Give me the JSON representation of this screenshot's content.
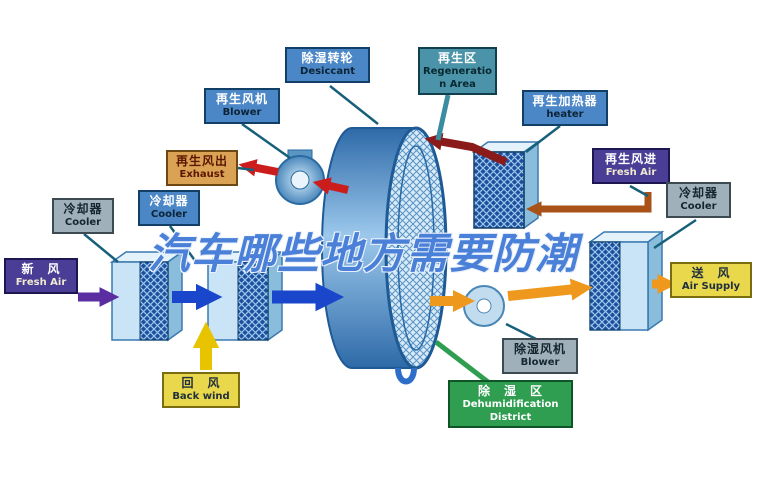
{
  "watermark": {
    "text": "汽车哪些地方需要防潮"
  },
  "labels": {
    "desiccant": {
      "zh": "除湿转轮",
      "en": "Desiccant"
    },
    "regeneration_area": {
      "zh": "再生区",
      "en": "Regeneration Area"
    },
    "regen_blower": {
      "zh": "再生风机",
      "en": "Blower"
    },
    "regen_heater": {
      "zh": "再生加热器",
      "en": "heater"
    },
    "regen_exhaust": {
      "zh": "再生风出",
      "en": "Exhaust"
    },
    "cooler_mid": {
      "zh": "冷却器",
      "en": "Cooler"
    },
    "cooler_left": {
      "zh": "冷却器",
      "en": "Cooler"
    },
    "fresh_air_in": {
      "zh": "新　风",
      "en": "Fresh Air"
    },
    "back_wind": {
      "zh": "回　风",
      "en": "Back wind"
    },
    "regen_fresh_air": {
      "zh": "再生风进",
      "en": "Fresh Air"
    },
    "cooler_right": {
      "zh": "冷却器",
      "en": "Cooler"
    },
    "air_supply": {
      "zh": "送　风",
      "en": "Air Supply"
    },
    "dehumid_blower": {
      "zh": "除湿风机",
      "en": "Blower"
    },
    "dehumid_district": {
      "zh": "除　湿　区",
      "en": "Dehumidification District"
    }
  },
  "icons": {
    "desiccant_wheel": "rotary-cylinder-graphic",
    "regen_blower_fan": "fan-circle-icon",
    "dehumid_blower_fan": "fan-circle-icon",
    "air_handler_boxes": "3d-box-with-filter-hatch",
    "pipe_clamp": "u-pipe-icon"
  },
  "colors": {
    "label_blue": "#4b87c6",
    "label_teal": "#4b93a8",
    "label_orange": "#d9a254",
    "label_gray": "#9fb0ba",
    "label_purple": "#4a3d96",
    "label_yellow": "#e9d84c",
    "label_green": "#2f9e50",
    "arrow_blue": "#1a46cc",
    "arrow_purple": "#5a2da0",
    "arrow_yellow": "#e8c400",
    "arrow_orange": "#ef981e",
    "arrow_red": "#cc1d1d",
    "arrow_maroon": "#8b1a1a",
    "arrow_brown": "#a85218",
    "watermark_blue": "#4a80d8"
  }
}
